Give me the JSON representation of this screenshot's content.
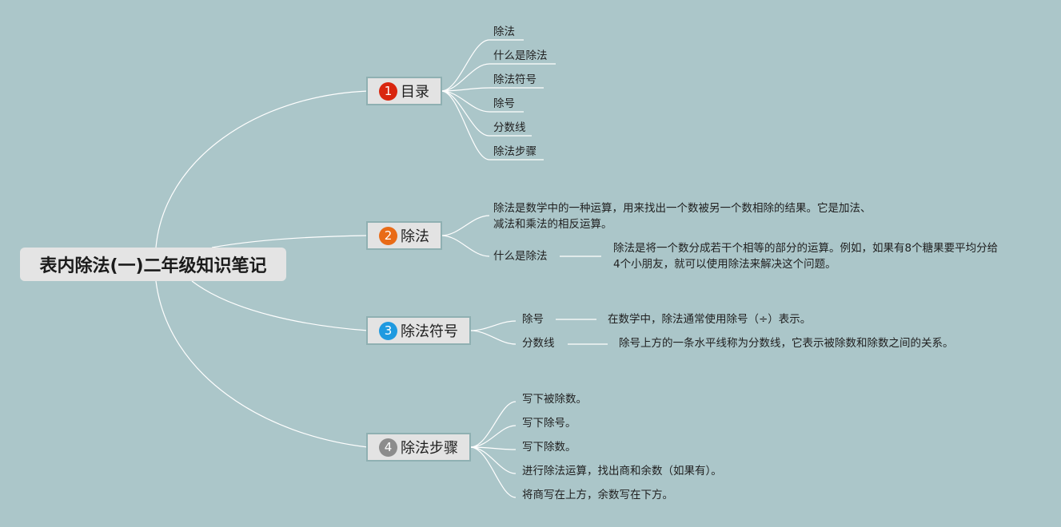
{
  "root": {
    "label": "表内除法(一)二年级知识笔记"
  },
  "branches": [
    {
      "label": "目录",
      "badge": "1",
      "badge_color": "#d9260f",
      "children": [
        "除法",
        "什么是除法",
        "除法符号",
        "除号",
        "分数线",
        "除法步骤"
      ]
    },
    {
      "label": "除法",
      "badge": "2",
      "badge_color": "#e96b17",
      "children": [
        {
          "text_line1": "除法是数学中的一种运算，用来找出一个数被另一个数相除的结果。它是加法、",
          "text_line2": "减法和乘法的相反运算。"
        },
        {
          "label": "什么是除法",
          "desc_line1": "除法是将一个数分成若干个相等的部分的运算。例如，如果有8个糖果要平均分给",
          "desc_line2": "4个小朋友，就可以使用除法来解决这个问题。"
        }
      ]
    },
    {
      "label": "除法符号",
      "badge": "3",
      "badge_color": "#1f9ae0",
      "children": [
        {
          "label": "除号",
          "desc": "在数学中，除法通常使用除号（÷）表示。"
        },
        {
          "label": "分数线",
          "desc": "除号上方的一条水平线称为分数线，它表示被除数和除数之间的关系。"
        }
      ]
    },
    {
      "label": "除法步骤",
      "badge": "4",
      "badge_color": "#8c8c8c",
      "children": [
        "写下被除数。",
        "写下除号。",
        "写下除数。",
        "进行除法运算，找出商和余数（如果有）。",
        "将商写在上方，余数写在下方。"
      ]
    }
  ],
  "colors": {
    "background": "#abc6c9",
    "connector": "#ffffff",
    "node_fill": "#e3e3e3",
    "node_border": "#8fb0b2"
  }
}
